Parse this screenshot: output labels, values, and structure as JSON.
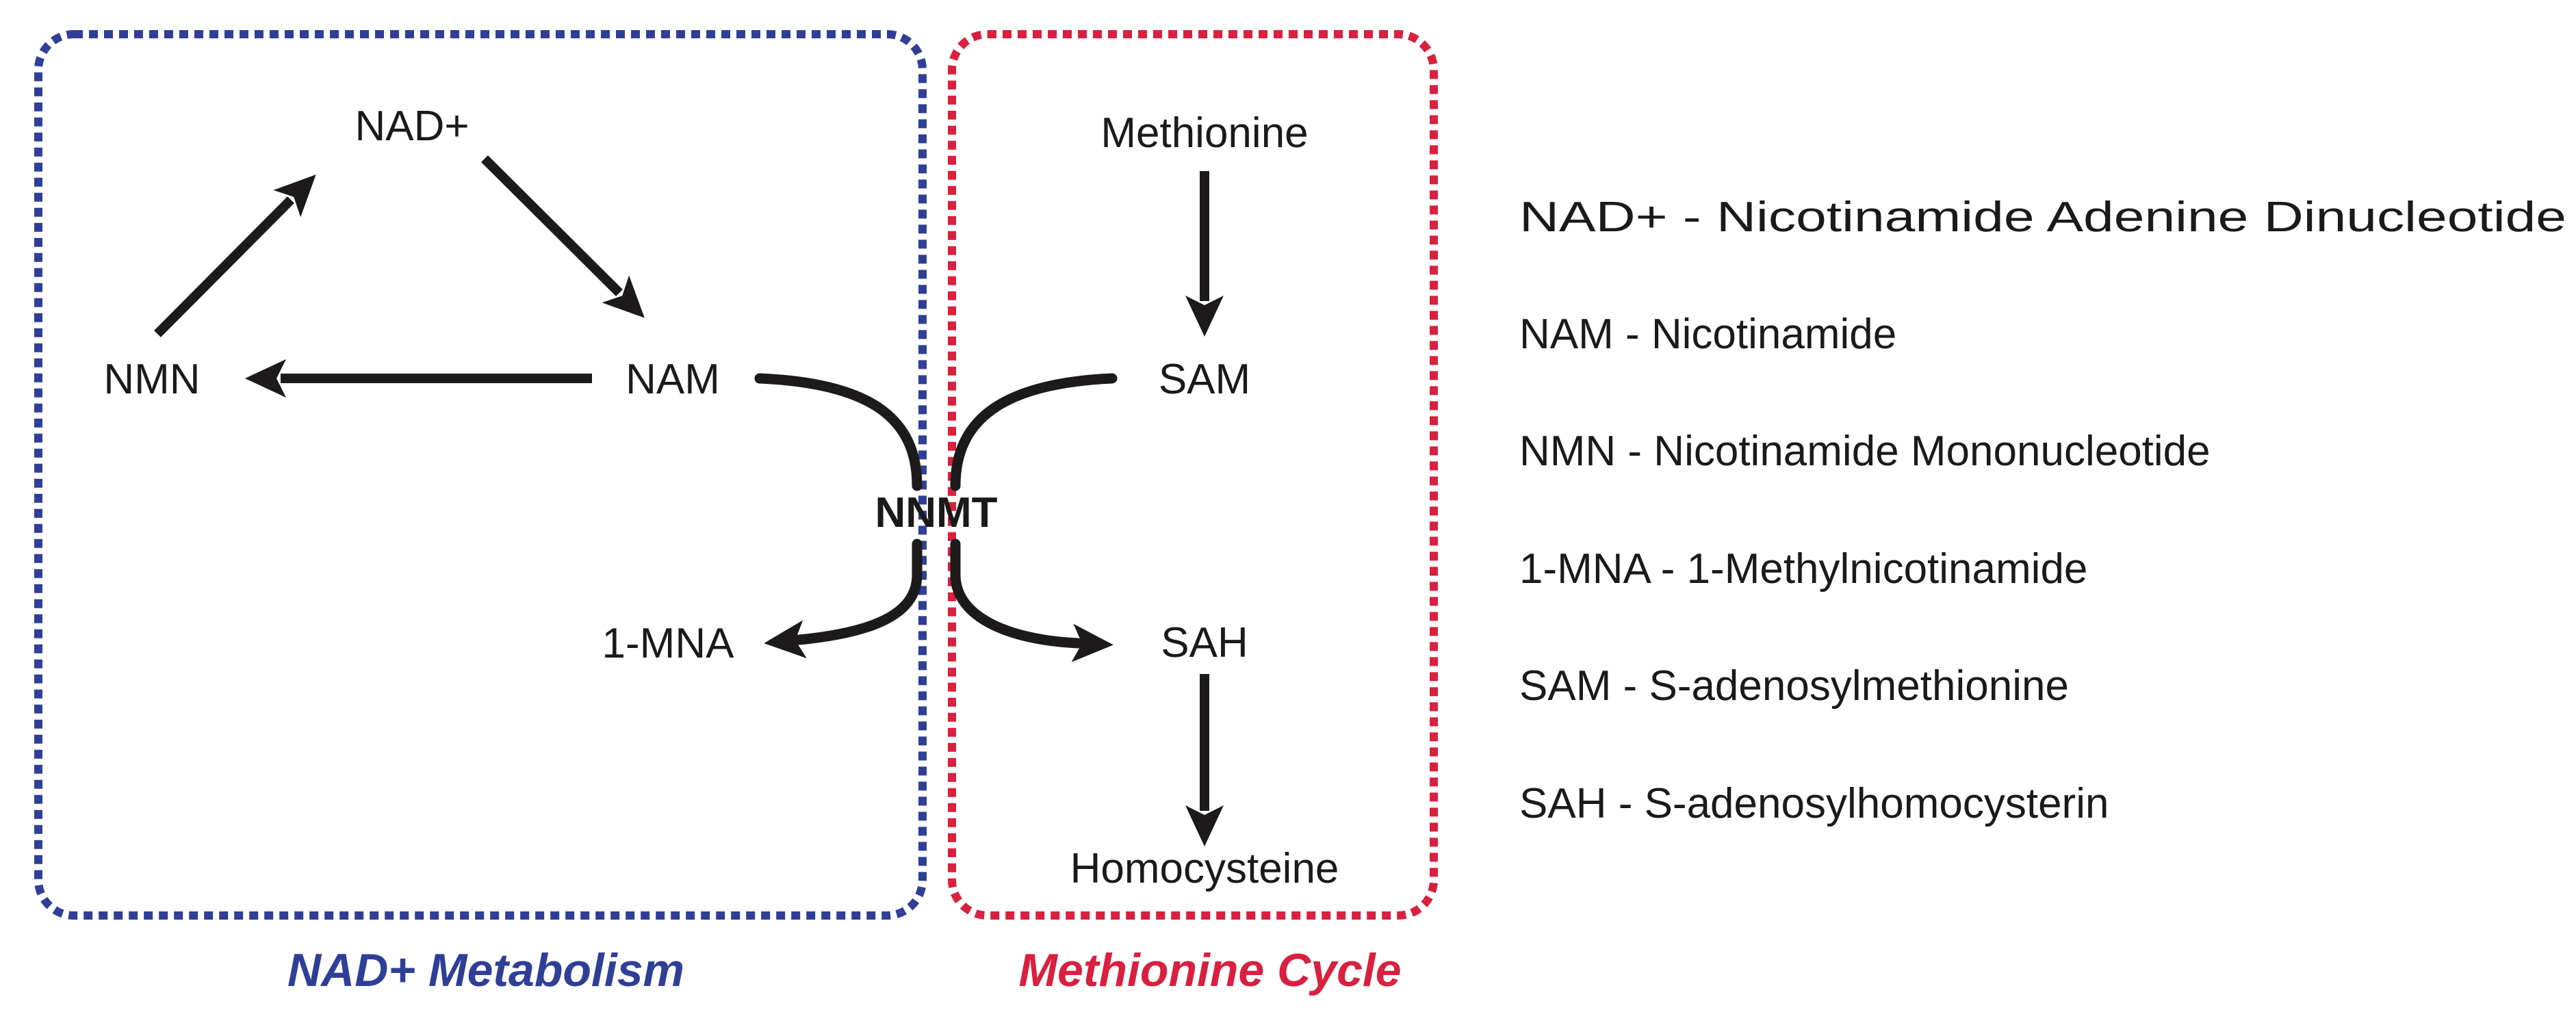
{
  "groups": {
    "nad": {
      "label": "NAD+ Metabolism",
      "color": "#2f3f97"
    },
    "methionine": {
      "label": "Methionine Cycle",
      "color": "#d9203f"
    }
  },
  "nodes": {
    "nad_plus": "NAD+",
    "nmn": "NMN",
    "nam": "NAM",
    "one_mna": "1-MNA",
    "methionine": "Methionine",
    "sam": "SAM",
    "sah": "SAH",
    "homocysteine": "Homocysteine"
  },
  "enzyme": "NNMT",
  "legend": [
    "NAD+ - Nicotinamide Adenine Dinucleotide",
    "NAM - Nicotinamide",
    "NMN - Nicotinamide Mononucleotide",
    "1-MNA - 1-Methylnicotinamide",
    "SAM - S-adenosylmethionine",
    "SAH - S-adenosylhomocysterin"
  ],
  "colors": {
    "arrow": "#1d1a1b",
    "text": "#1a1a1a"
  }
}
